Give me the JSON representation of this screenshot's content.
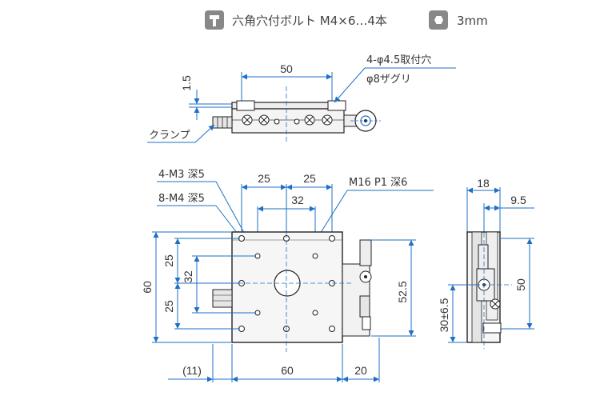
{
  "legend": {
    "bolt_icon": "hex-socket-bolt-icon",
    "bolt_text": "六角穴付ボルト M4×6…4本",
    "wrench_icon": "hex-key-icon",
    "wrench_text": "3mm"
  },
  "top_view": {
    "dim_width": "50",
    "dim_thickness": "1.5",
    "holes_label": "4-φ4.5取付穴",
    "counterbore_label": "φ8ザグリ",
    "clamp_label": "クランプ"
  },
  "front_view": {
    "m3_label": "4-M3 深5",
    "m4_label": "8-M4 深5",
    "dim_25a": "25",
    "dim_25b": "25",
    "dim_32": "32",
    "center_label": "M16 P1 深6",
    "left_25a": "25",
    "left_32": "32",
    "left_25b": "25",
    "height_60": "60",
    "right_52_5": "52.5",
    "bottom_11": "(11)",
    "bottom_60": "60",
    "bottom_20": "20"
  },
  "side_view": {
    "dim_18": "18",
    "dim_9_5": "9.5",
    "dim_50": "50",
    "dim_30": "30±6.5"
  },
  "colors": {
    "dimension": "#1f6fc4",
    "outline": "#222222",
    "body_fill": "#eeeeee",
    "icon_fill": "#888888"
  }
}
